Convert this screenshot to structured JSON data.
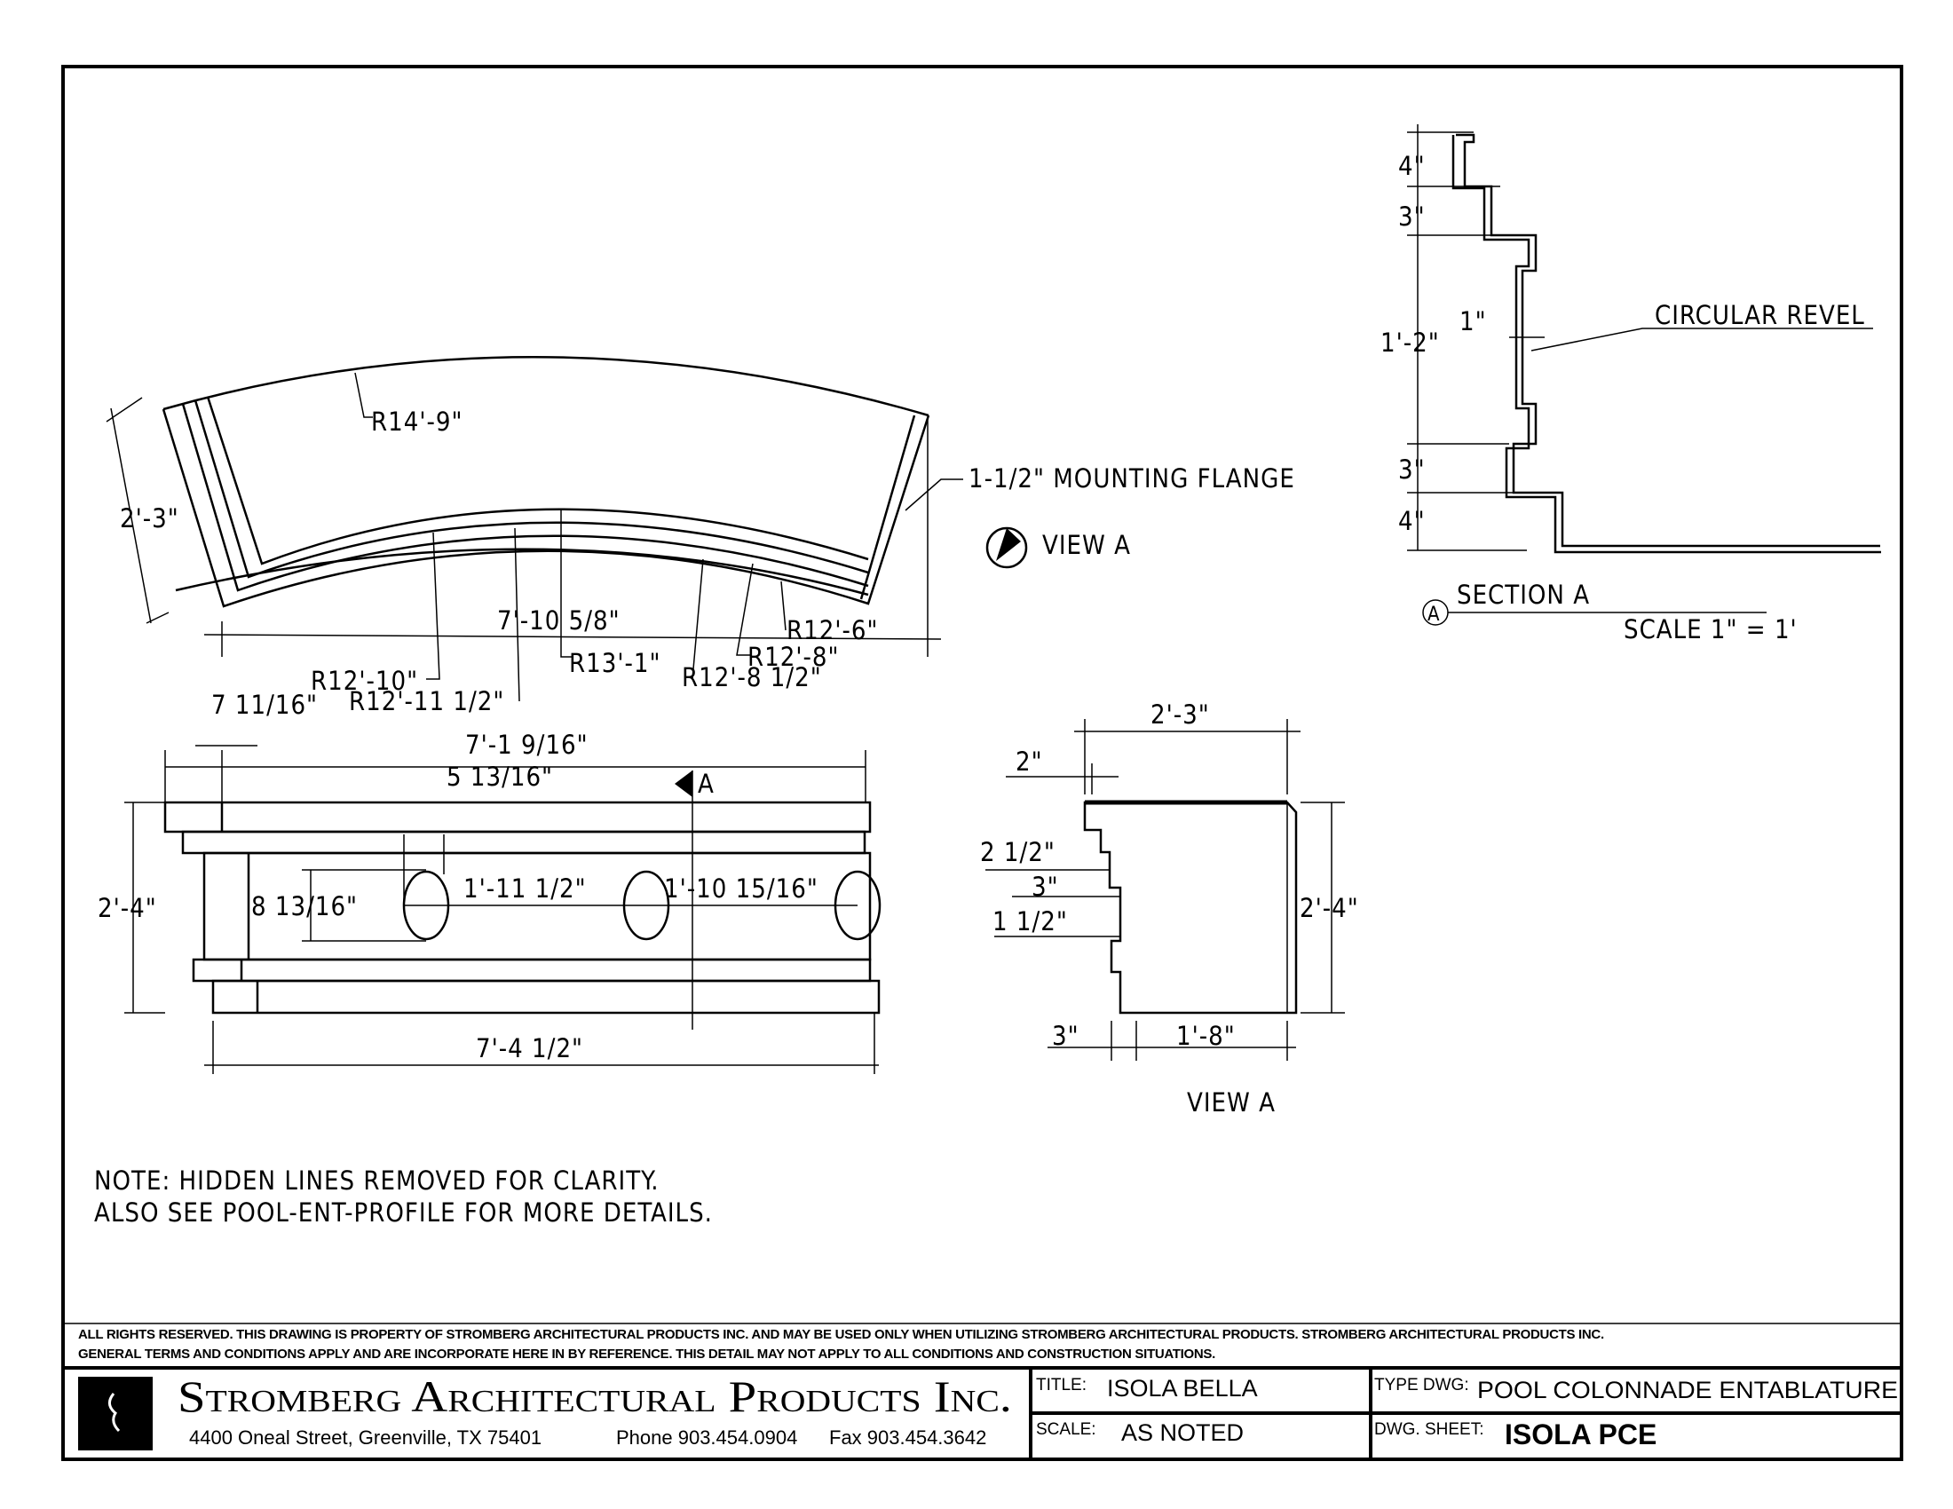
{
  "plan_view": {
    "outer_radius": "R14'-9\"",
    "width": "2'-3\"",
    "flange": "1-1/2\" MOUNTING FLANGE",
    "chord": "7'-10 5/8\"",
    "r_12_6": "R12'-6\"",
    "r_12_8": "R12'-8\"",
    "r_13_1": "R13'-1\"",
    "r_12_8_half": "R12'-8 1/2\"",
    "r_12_10": "R12'-10\"",
    "r_12_11_half": "R12'-11 1/2\""
  },
  "view_a_marker": "VIEW A",
  "elevation": {
    "offset": "7 11/16\"",
    "top_length": "7'-1 9/16\"",
    "hole_offset": "5 13/16\"",
    "section_marker": "A",
    "height": "2'-4\"",
    "hole_height": "8 13/16\"",
    "spacing_1": "1'-11 1/2\"",
    "spacing_2": "1'-10 15/16\"",
    "overall_length": "7'-4 1/2\""
  },
  "view_a": {
    "width": "2'-3\"",
    "d_2": "2\"",
    "d_2_half": "2 1/2\"",
    "d_3": "3\"",
    "d_1_half": "1 1/2\"",
    "height": "2'-4\"",
    "d_3_bottom": "3\"",
    "depth": "1'-8\"",
    "label": "VIEW A"
  },
  "section_a": {
    "d_4_top": "4\"",
    "d_3_top": "3\"",
    "d_1_2": "1'-2\"",
    "d_1": "1\"",
    "callout": "CIRCULAR REVEL",
    "d_3_bottom": "3\"",
    "d_4_bottom": "4\"",
    "marker": "A",
    "title": "SECTION A",
    "scale": "SCALE 1\" = 1'"
  },
  "notes": [
    "NOTE: HIDDEN LINES REMOVED FOR CLARITY.",
    "ALSO SEE POOL-ENT-PROFILE FOR MORE DETAILS."
  ],
  "rights": [
    "ALL RIGHTS RESERVED. THIS DRAWING IS PROPERTY OF STROMBERG ARCHITECTURAL PRODUCTS INC. AND MAY BE USED ONLY WHEN UTILIZING STROMBERG ARCHITECTURAL PRODUCTS.  STROMBERG ARCHITECTURAL PRODUCTS INC.",
    "GENERAL TERMS AND CONDITIONS APPLY AND ARE INCORPORATE HERE IN BY REFERENCE.  THIS DETAIL MAY NOT APPLY TO ALL CONDITIONS AND CONSTRUCTION SITUATIONS."
  ],
  "title_block": {
    "company": "Stromberg Architectural Products Inc.",
    "address": "4400 Oneal Street, Greenville, TX  75401",
    "phone": "Phone 903.454.0904",
    "fax": "Fax 903.454.3642",
    "title_label": "TITLE:",
    "title_value": "ISOLA BELLA",
    "scale_label": "SCALE:",
    "scale_value": "AS NOTED",
    "type_label": "TYPE DWG:",
    "type_value": "POOL COLONNADE ENTABLATURE",
    "sheet_label": "DWG. SHEET:",
    "sheet_value": "ISOLA PCE"
  }
}
